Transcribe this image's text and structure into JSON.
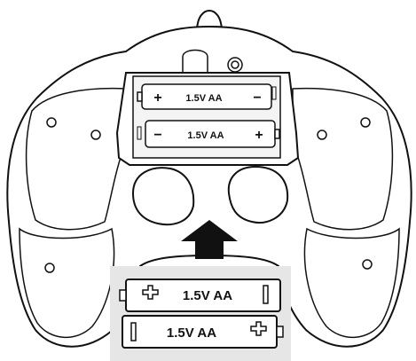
{
  "installed_batteries": [
    {
      "label": "1.5V AA",
      "left_terminal": "+",
      "right_terminal": "−"
    },
    {
      "label": "1.5V AA",
      "left_terminal": "−",
      "right_terminal": "+"
    }
  ],
  "loose_batteries": [
    {
      "label": "1.5V AA",
      "left_terminal": "plus-symbol",
      "right_terminal": "minus-symbol"
    },
    {
      "label": "1.5V AA",
      "left_terminal": "minus-symbol",
      "right_terminal": "plus-symbol"
    }
  ],
  "insert_direction": "up"
}
